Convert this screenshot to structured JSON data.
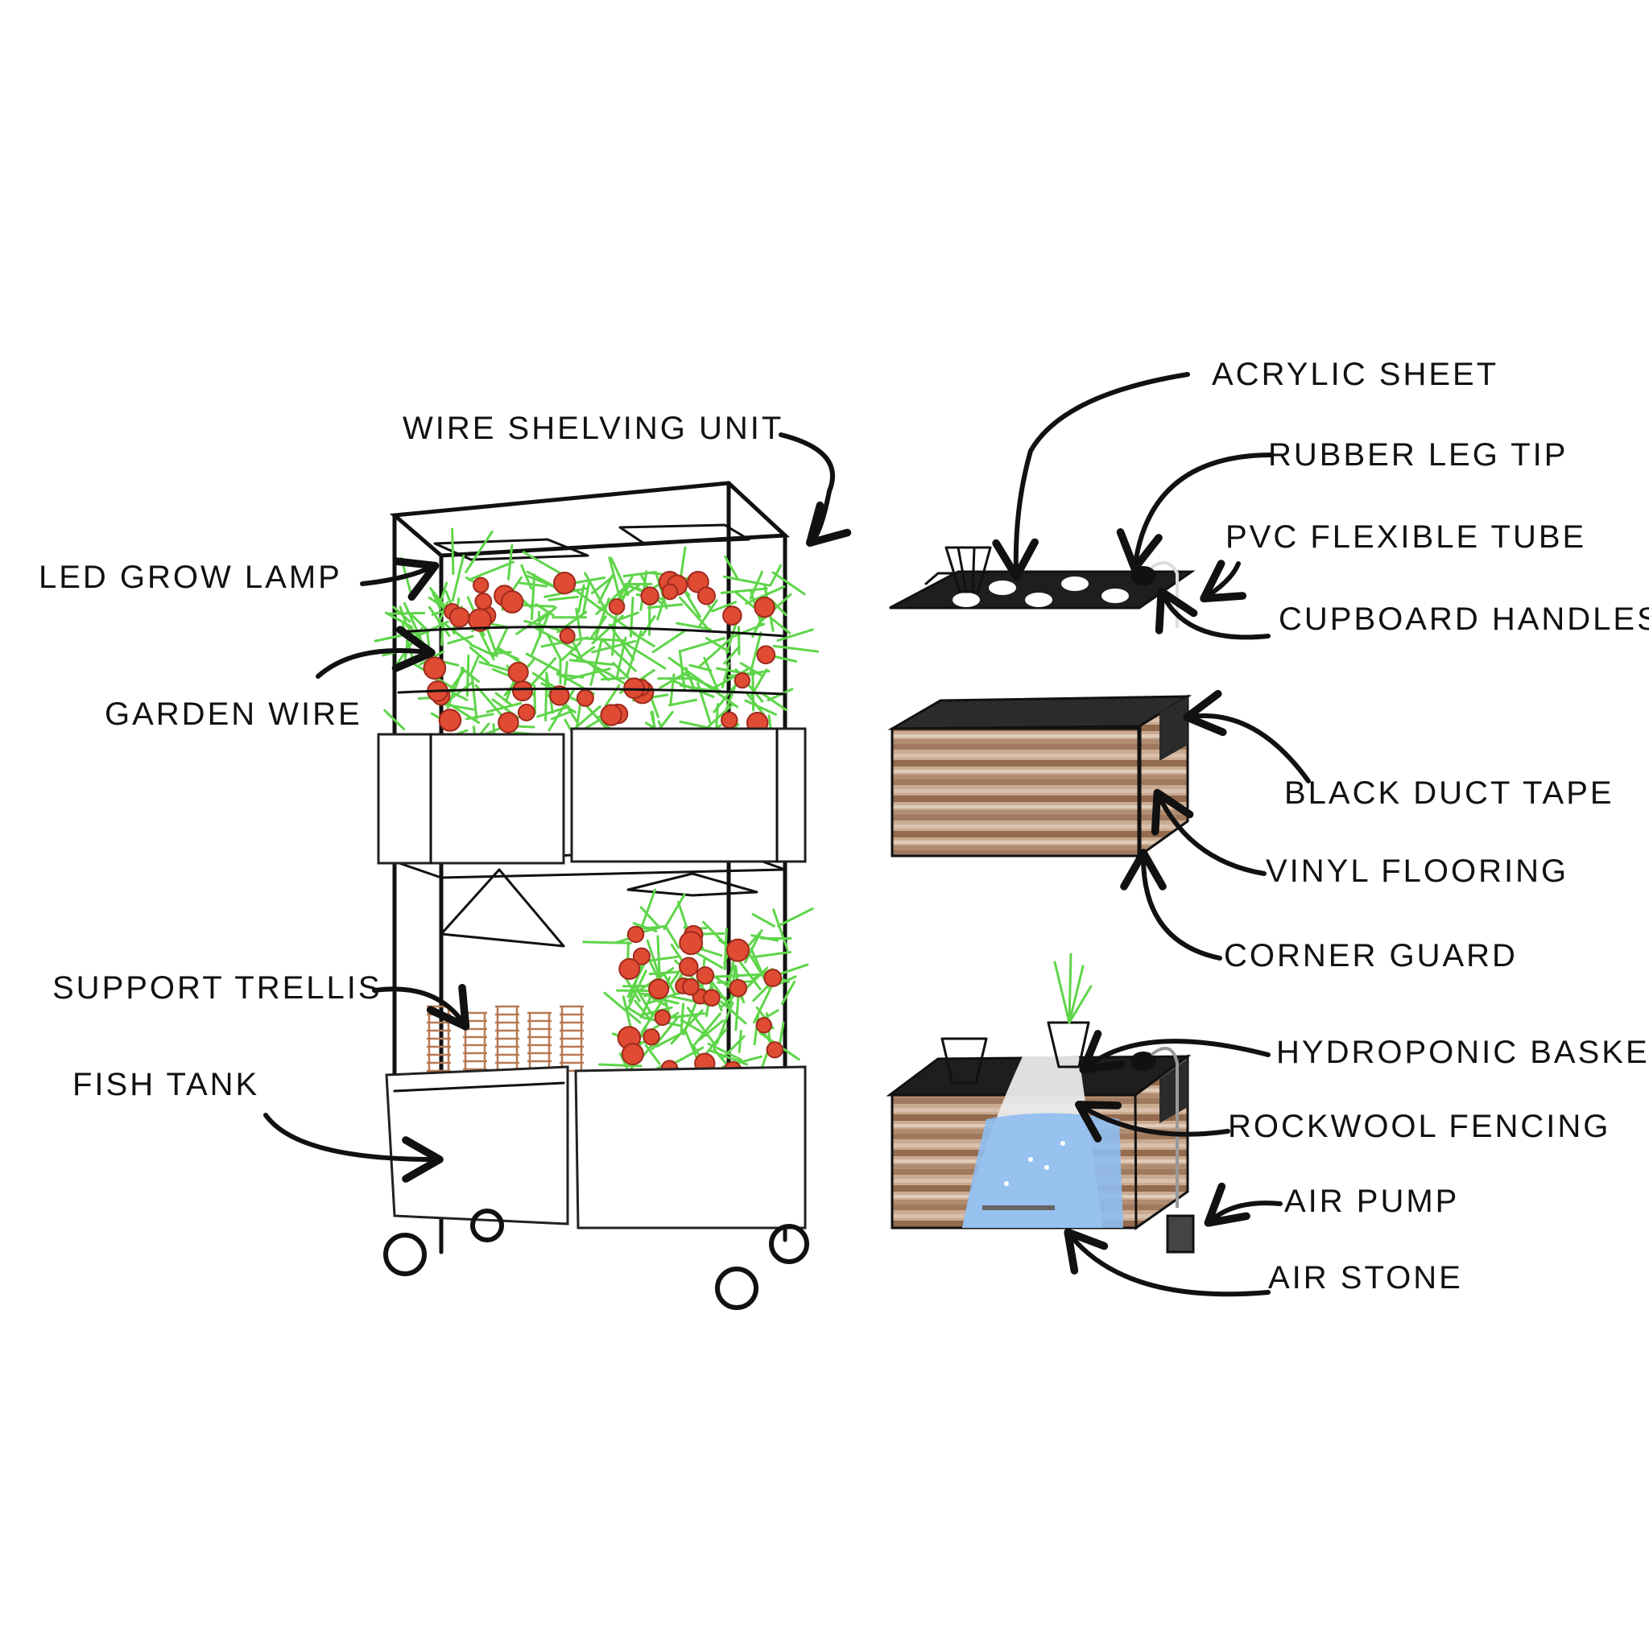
{
  "labels": {
    "wire_shelving_unit": "WIRE SHELVING UNIT",
    "led_grow_lamp": "LED GROW LAMP",
    "garden_wire": "GARDEN WIRE",
    "support_trellis": "SUPPORT TRELLIS",
    "fish_tank": "FISH  TANK",
    "acrylic_sheet": "ACRYLIC SHEET",
    "rubber_leg_tip": "RUBBER LEG TIP",
    "pvc_flexible_tube": "PVC FLEXIBLE TUBE",
    "cupboard_handles": "CUPBOARD HANDLES",
    "black_duct_tape": "BLACK DUCT TAPE",
    "vinyl_flooring": "VINYL FLOORING",
    "corner_guard": "CORNER GUARD",
    "hydroponic_basket": "HYDROPONIC BASKET",
    "rockwool_fencing": "ROCKWOOL FENCING",
    "air_pump": "AIR PUMP",
    "air_stone": "AIR STONE"
  },
  "colors": {
    "ink": "#111111",
    "leaf": "#5fd54a",
    "tomato": "#e04b34",
    "wood": "#a88468",
    "water": "#8ebcf0",
    "tape": "#2b2b2b"
  }
}
